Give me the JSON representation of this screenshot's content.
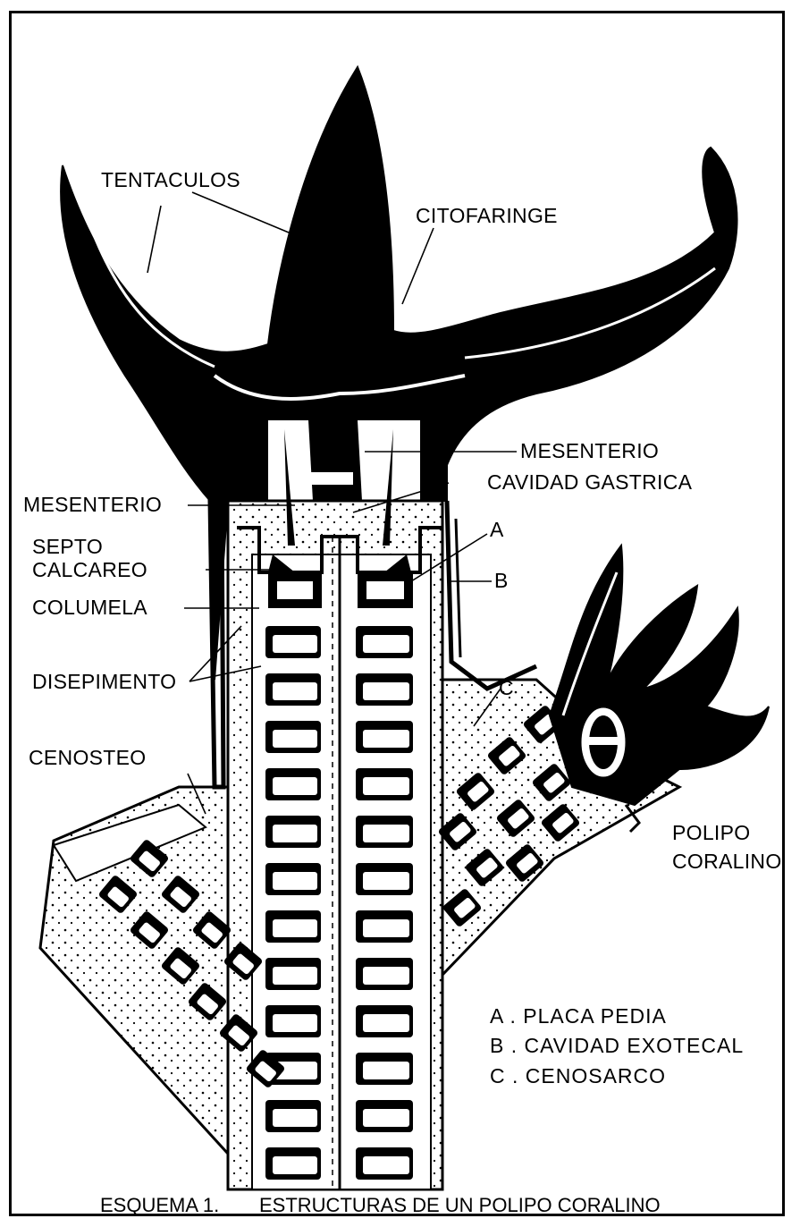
{
  "colors": {
    "ink": "#000000",
    "paper": "#ffffff"
  },
  "labels": {
    "tentaculos": "TENTACULOS",
    "citofaringe": "CITOFARINGE",
    "mesenterio_right": "MESENTERIO",
    "mesenterio_left": "MESENTERIO",
    "cavidad_gastrica": "CAVIDAD GASTRICA",
    "septo": "SEPTO",
    "calcareo": "CALCAREO",
    "columela": "COLUMELA",
    "disepimento": "DISEPIMENTO",
    "cenosteo": "CENOSTEO",
    "a": "A",
    "b": "B",
    "c": "C",
    "polipo": "POLIPO",
    "coralino": "CORALINO"
  },
  "legend": [
    "A . PLACA PEDIA",
    "B . CAVIDAD EXOTECAL",
    "C . CENOSARCO"
  ],
  "caption": {
    "number": "ESQUEMA 1.",
    "title": "ESTRUCTURAS DE UN POLIPO CORALINO"
  }
}
